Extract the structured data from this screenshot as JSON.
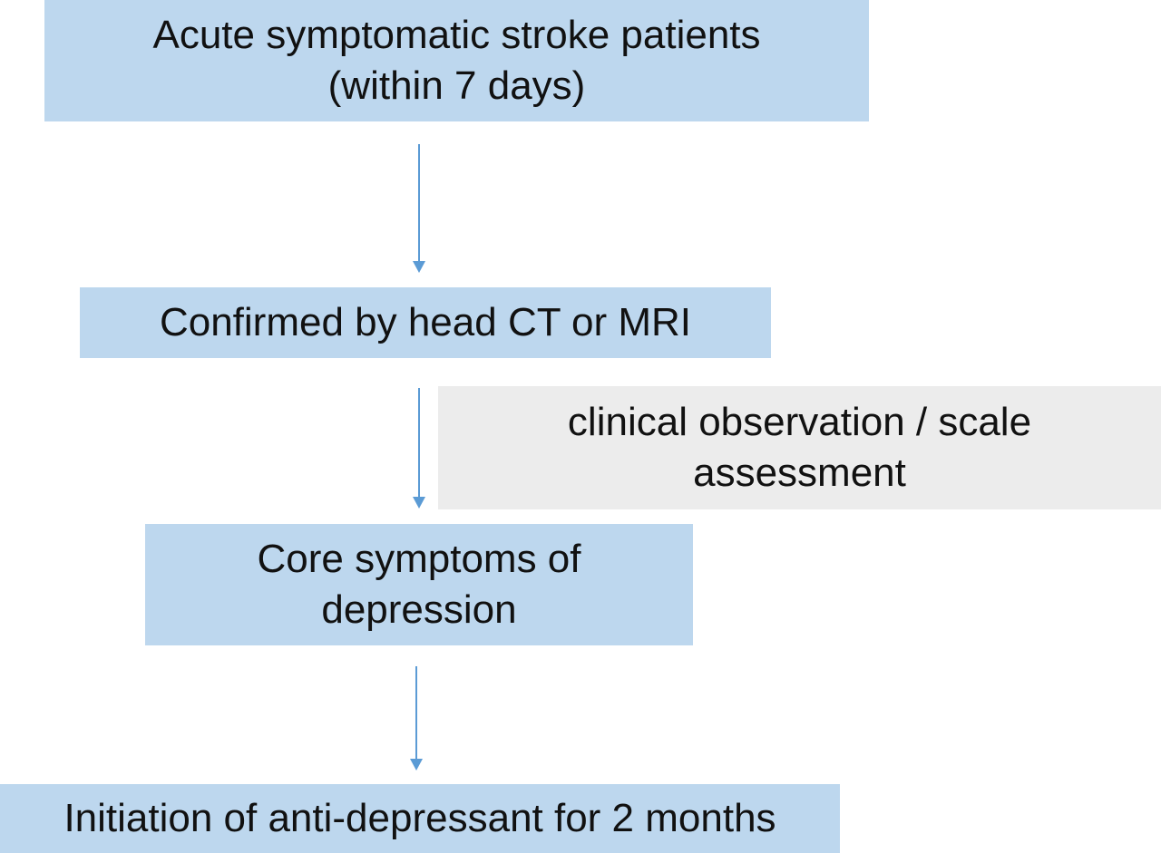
{
  "flowchart": {
    "step_1": {
      "line_1": "Acute symptomatic stroke patients",
      "line_2": "(within 7 days)"
    },
    "step_2": {
      "line_1": "Confirmed by head CT or MRI"
    },
    "side_note": {
      "line_1": "clinical observation / scale",
      "line_2": "assessment"
    },
    "step_3": {
      "line_1": "Core symptoms of",
      "line_2": "depression"
    },
    "step_4": {
      "line_1": "Initiation of anti-depressant for 2 months"
    }
  },
  "colors": {
    "step_box": "#bdd7ee",
    "note_box": "#ececec",
    "arrow": "#5b9bd5",
    "text": "#111111"
  }
}
